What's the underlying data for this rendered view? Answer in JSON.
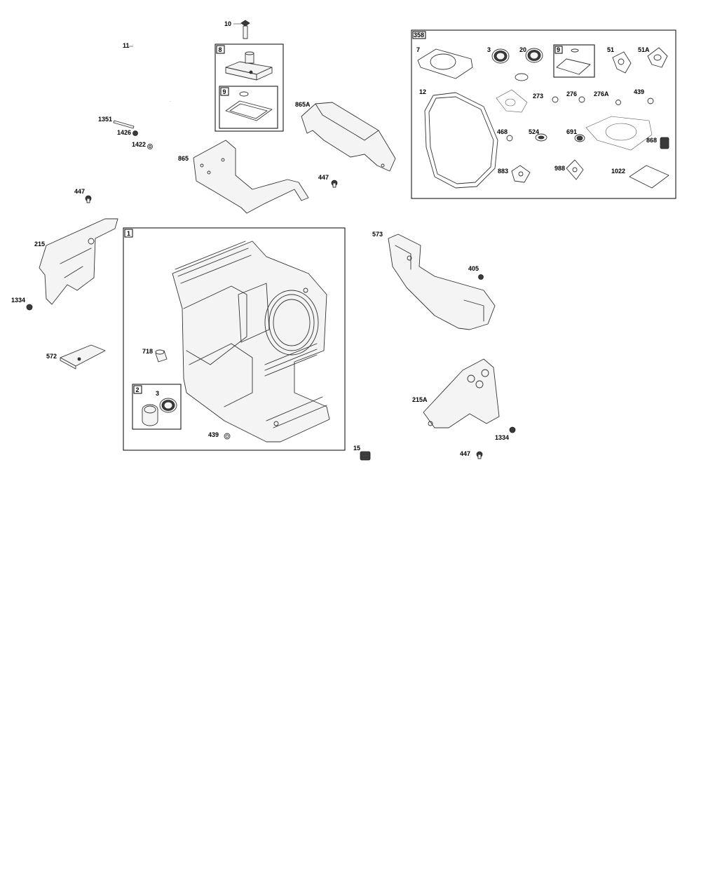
{
  "callouts": {
    "c10": "10",
    "c11": "11",
    "c8": "8",
    "c9a": "9",
    "c1351": "1351",
    "c1426": "1426",
    "c1422": "1422",
    "c865": "865",
    "c865a": "865A",
    "c447a": "447",
    "c447b": "447",
    "c447c": "447",
    "c215": "215",
    "c1334a": "1334",
    "c1334b": "1334",
    "c572": "572",
    "c1": "1",
    "c718": "718",
    "c2": "2",
    "c3a": "3",
    "c439a": "439",
    "c15": "15",
    "c573": "573",
    "c405": "405",
    "c215a": "215A",
    "c358": "358",
    "c7": "7",
    "c3b": "3",
    "c20": "20",
    "c9b": "9",
    "c51": "51",
    "c51a": "51A",
    "c12": "12",
    "c273": "273",
    "c276": "276",
    "c276a": "276A",
    "c439b": "439",
    "c468": "468",
    "c524": "524",
    "c691": "691",
    "c868": "868",
    "c883": "883",
    "c988": "988",
    "c1022": "1022"
  }
}
